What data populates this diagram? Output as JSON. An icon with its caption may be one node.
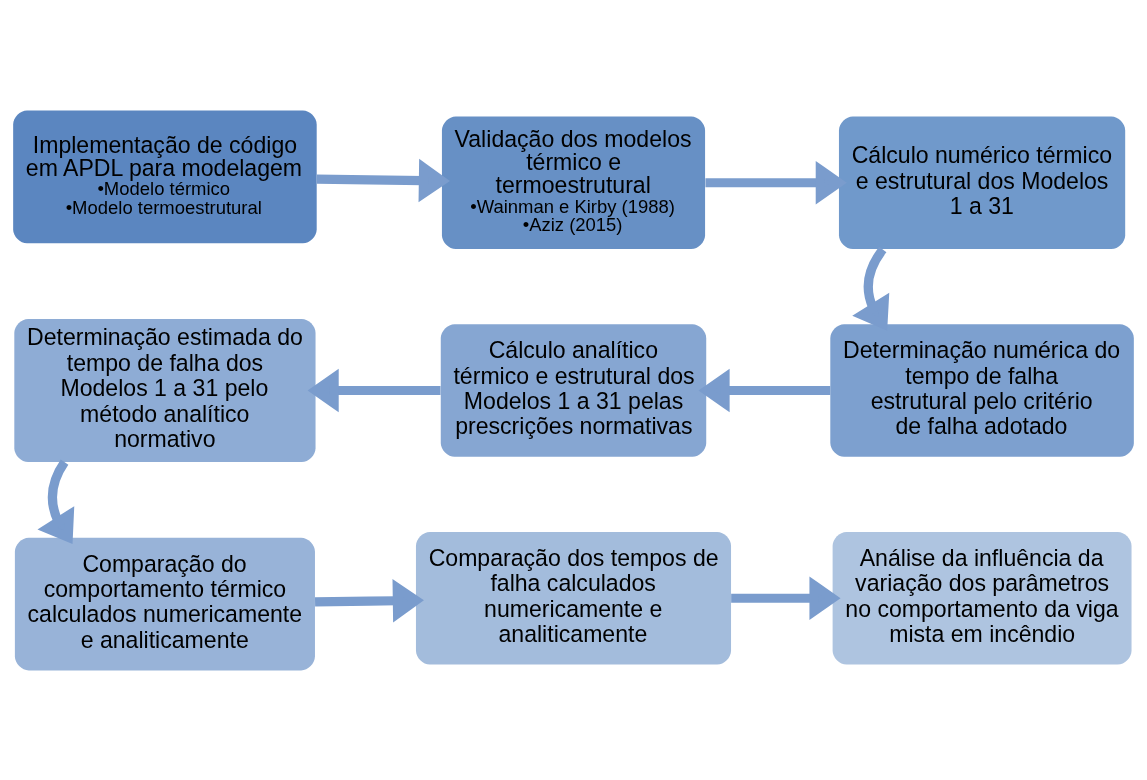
{
  "diagram": {
    "nodes": [
      {
        "text": [
          "Implementação de código em APDL para modelagem",
          "•Modelo térmico",
          "•Modelo termoestrutural"
        ]
      },
      {
        "text": [
          "Validação dos modelos térmico e termoestrutural",
          "•Wainman e Kirby (1988)",
          "•Aziz (2015)"
        ]
      },
      {
        "text": [
          "Cálculo numérico térmico e estrutural dos Modelos 1 a 31"
        ]
      },
      {
        "text": [
          "Determinação estimada do tempo de falha dos Modelos 1 a 31 pelo método analítico normativo"
        ]
      },
      {
        "text": [
          "Cálculo analítico térmico e estrutural dos Modelos 1 a 31 pelas prescrições normativas"
        ]
      },
      {
        "text": [
          "Determinação numérica do tempo de falha estrutural pelo critério de falha adotado"
        ]
      },
      {
        "text": [
          "Comparação do comportamento térmico calculados numericamente e analiticamente"
        ]
      },
      {
        "text": [
          "Comparação dos tempos de falha calculados numericamente e analiticamente"
        ]
      },
      {
        "text": [
          "Análise da influência da variação dos parâmetros no comportamento da viga mista em incêndio"
        ]
      }
    ],
    "edges": [
      {
        "from": 0,
        "to": 1,
        "arrow": "to"
      },
      {
        "from": 1,
        "to": 2,
        "arrow": "to"
      },
      {
        "from": 2,
        "to": 5,
        "arrow": "to"
      },
      {
        "from": 5,
        "to": 4,
        "arrow": "to"
      },
      {
        "from": 4,
        "to": 3,
        "arrow": "to"
      },
      {
        "from": 3,
        "to": 6,
        "arrow": "to"
      },
      {
        "from": 6,
        "to": 7,
        "arrow": "to"
      },
      {
        "from": 7,
        "to": 8,
        "arrow": "to"
      }
    ]
  }
}
